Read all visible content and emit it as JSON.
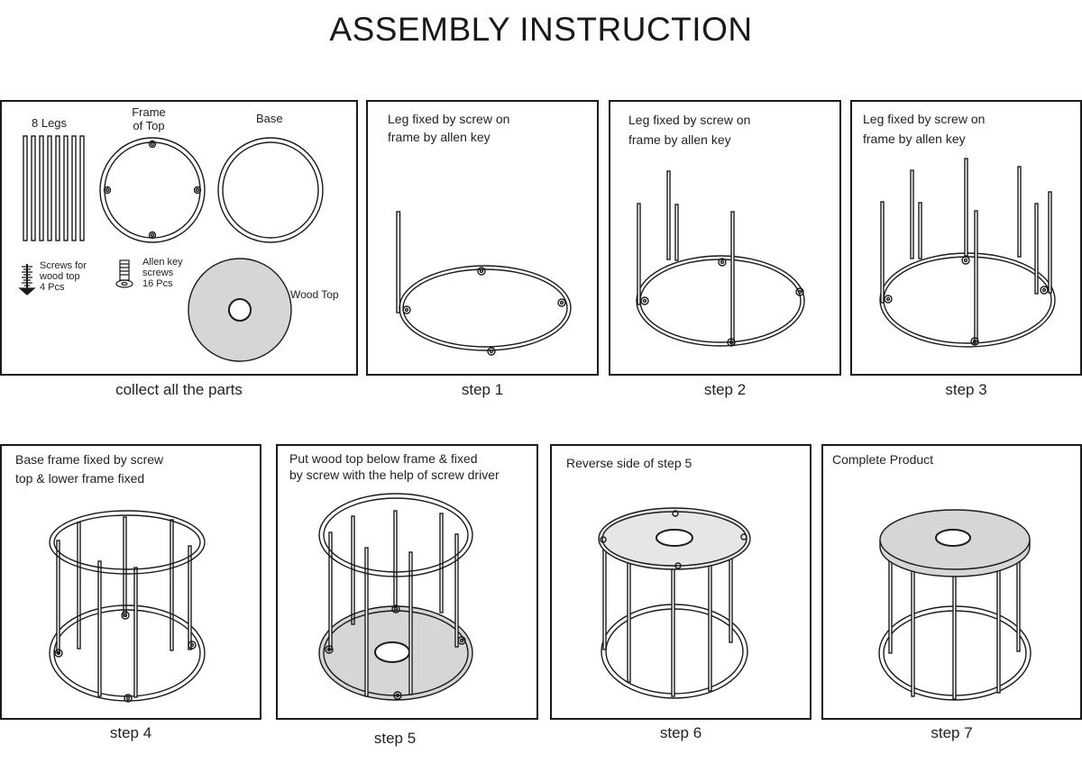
{
  "title": "ASSEMBLY INSTRUCTION",
  "parts_panel": {
    "caption": "collect all the parts",
    "legs_label": "8 Legs",
    "frame_top_label": "Frame\nof Top",
    "base_label": "Base",
    "screws_wood_label": "Screws for\nwood top\n4 Pcs",
    "allen_screws_label": "Allen key\nscrews\n16 Pcs",
    "wood_top_label": "Wood Top"
  },
  "steps": [
    {
      "caption": "step 1",
      "note": "Leg fixed by screw on\nframe by allen key"
    },
    {
      "caption": "step 2",
      "note": "Leg fixed by screw on\nframe by allen key"
    },
    {
      "caption": "step 3",
      "note": "Leg fixed by screw on\nframe by allen key"
    },
    {
      "caption": "step 4",
      "note": "Base frame fixed by screw\ntop & lower frame fixed"
    },
    {
      "caption": "step 5",
      "note": "Put wood top below frame & fixed\nby screw with the help of screw driver"
    },
    {
      "caption": "step 6",
      "note": "Reverse side of step 5"
    },
    {
      "caption": "step 7",
      "note": "Complete Product"
    }
  ],
  "colors": {
    "line": "#1a1a1a",
    "wood_fill": "#d6d6d6",
    "glass_fill": "#e6e6e6"
  }
}
